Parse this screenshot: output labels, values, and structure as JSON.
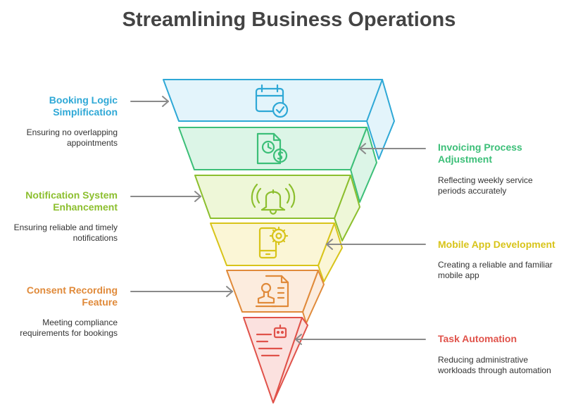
{
  "title": "Streamlining Business Operations",
  "steps": [
    {
      "label": "Booking Logic Simplification",
      "description": "Ensuring no overlapping appointments",
      "color": "#2ea8d6",
      "icon": "calendar-check-icon",
      "side": "left"
    },
    {
      "label": "Invoicing Process Adjustment",
      "description": "Reflecting weekly service periods accurately",
      "color": "#3cbf78",
      "icon": "document-clock-dollar-icon",
      "side": "right"
    },
    {
      "label": "Notification System Enhancement",
      "description": "Ensuring reliable and timely notifications",
      "color": "#8cbf2e",
      "icon": "bell-ringing-icon",
      "side": "left"
    },
    {
      "label": "Mobile App Development",
      "description": "Creating a reliable and familiar mobile app",
      "color": "#d8c41a",
      "icon": "mobile-gear-icon",
      "side": "right"
    },
    {
      "label": "Consent Recording Feature",
      "description": "Meeting compliance requirements for bookings",
      "color": "#e08a3a",
      "icon": "stamp-document-icon",
      "side": "left"
    },
    {
      "label": "Task Automation",
      "description": "Reducing administrative workloads through automation",
      "color": "#e0524a",
      "icon": "robot-document-icon",
      "side": "right"
    }
  ]
}
